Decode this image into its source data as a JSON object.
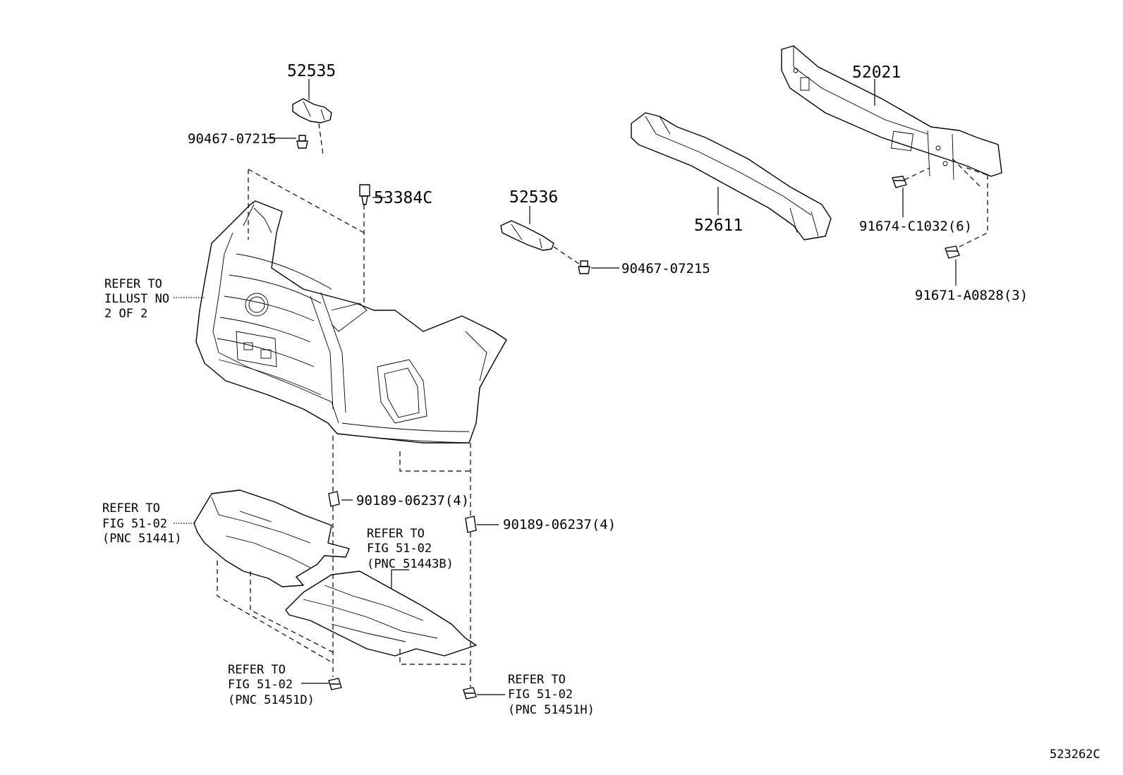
{
  "parts": {
    "p52535": "52535",
    "p52536": "52536",
    "p52021": "52021",
    "p52611": "52611",
    "p53384c": "53384C",
    "p9046707215_a": "90467-07215",
    "p9046707215_b": "90467-07215",
    "p91674": "91674-C1032(6)",
    "p91671": "91671-A0828(3)",
    "p90189_a": "90189-06237(4)",
    "p90189_b": "90189-06237(4)"
  },
  "refs": {
    "illust": [
      "REFER TO",
      "ILLUST NO",
      "2 OF 2"
    ],
    "fig51441": [
      "REFER TO",
      "FIG 51-02",
      "(PNC 51441)"
    ],
    "fig51443b": [
      "REFER TO",
      "FIG 51-02",
      "(PNC 51443B)"
    ],
    "fig51451d": [
      "REFER TO",
      "FIG 51-02",
      "(PNC 51451D)"
    ],
    "fig51451h": [
      "REFER TO",
      "FIG 51-02",
      "(PNC 51451H)"
    ]
  },
  "footer": {
    "code": "523262C"
  }
}
